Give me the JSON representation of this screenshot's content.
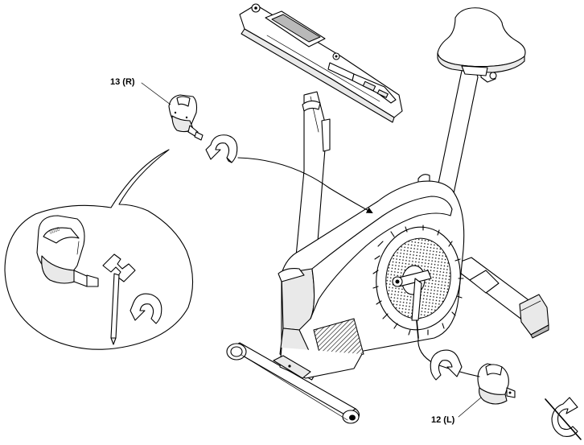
{
  "labels": {
    "right_pedal": "13 (R)",
    "left_pedal": "12 (L)"
  },
  "icons": {
    "right_rotation": "counterclockwise-arrow",
    "left_rotation": "clockwise-arrow",
    "detail_rotation": "counterclockwise-arrow",
    "prohibition": "crossed-rotation-icon"
  },
  "colors": {
    "line": "#000000",
    "background": "#ffffff"
  }
}
